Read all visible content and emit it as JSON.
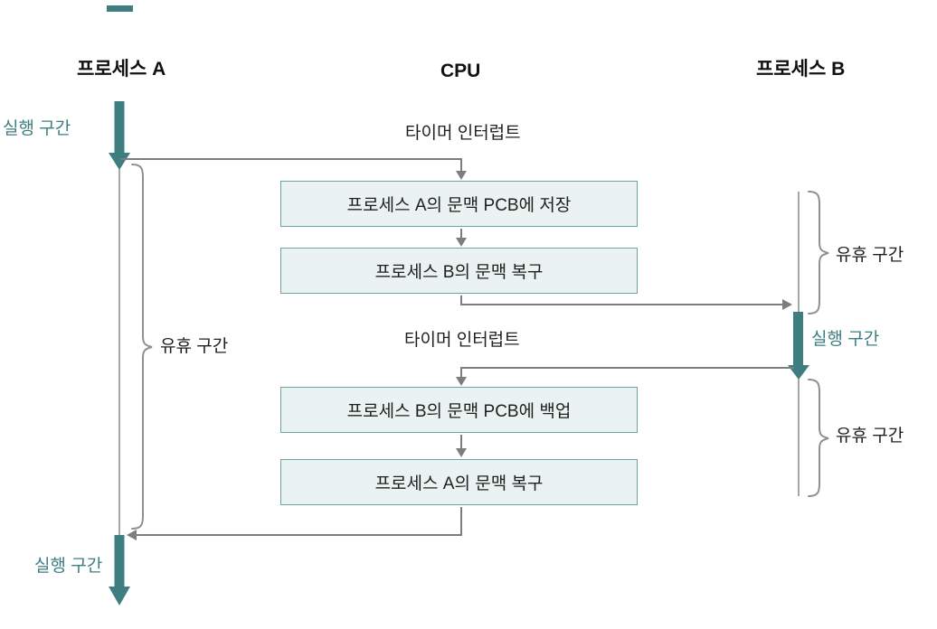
{
  "diagram": {
    "type": "flow-diagram",
    "topic": "CPU context switch between Process A and Process B",
    "headers": {
      "process_a": "프로세스 A",
      "cpu": "CPU",
      "process_b": "프로세스 B"
    },
    "labels": {
      "exec_top_left": "실행 구간",
      "timer_interrupt_1": "타이머 인터럽트",
      "idle_left": "유휴 구간",
      "timer_interrupt_2": "타이머 인터럽트",
      "exec_right": "실행 구간",
      "idle_right_top": "유휴 구간",
      "idle_right_bottom": "유휴 구간",
      "exec_bottom_left": "실행 구간"
    },
    "boxes": [
      {
        "label": "프로세스 A의 문맥 PCB에 저장"
      },
      {
        "label": "프로세스 B의 문맥 복구"
      },
      {
        "label": "프로세스 B의 문맥 PCB에 백업"
      },
      {
        "label": "프로세스 A의 문맥 복구"
      }
    ],
    "colors": {
      "execution_accent": "#3E7E81",
      "box_fill": "#EAF3F1",
      "box_border": "#6BA3A3",
      "line_gray": "#7D7D7D",
      "brace_gray": "#8F8F8F",
      "text": "#1A1A1A"
    }
  }
}
